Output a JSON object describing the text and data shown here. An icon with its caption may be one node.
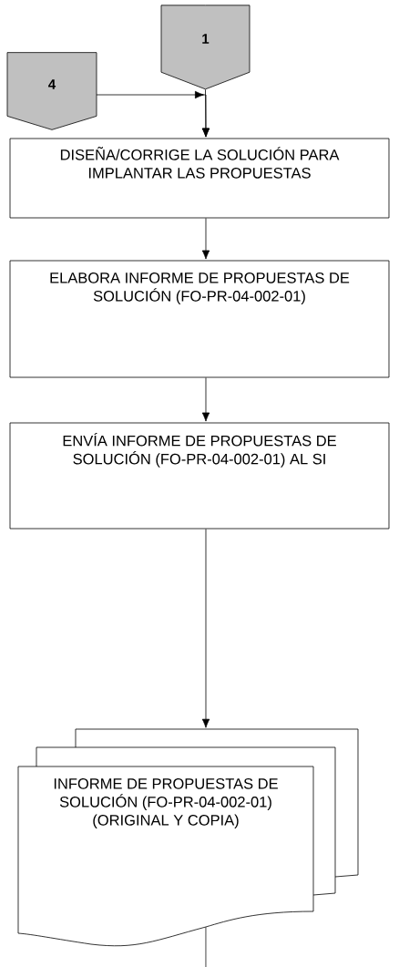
{
  "diagram": {
    "nodes": [
      {
        "text": [
          "1"
        ]
      },
      {
        "text": [
          "4"
        ]
      },
      {
        "text": [
          "DISEÑA/CORRIGE LA SOLUCIÓN PARA IMPLANTAR LAS PROPUESTAS"
        ]
      },
      {
        "text": [
          "ELABORA INFORME DE PROPUESTAS DE SOLUCIÓN (FO-PR-04-002-01)"
        ]
      },
      {
        "text": [
          "ENVÍA INFORME DE PROPUESTAS DE SOLUCIÓN (FO-PR-04-002-01) AL SI"
        ]
      },
      {
        "text": [
          "INFORME DE PROPUESTAS DE SOLUCIÓN (FO-PR-04-002-01) (ORIGINAL Y COPIA)"
        ]
      }
    ],
    "edges": [
      {
        "from": 0,
        "to": 2,
        "arrow": "to"
      },
      {
        "from": 1,
        "to": 2,
        "arrow": "to"
      },
      {
        "from": 2,
        "to": 3,
        "arrow": "to"
      },
      {
        "from": 3,
        "to": 4,
        "arrow": "to"
      },
      {
        "from": 4,
        "to": 5,
        "arrow": "to"
      },
      {
        "from": 5,
        "to": null,
        "arrow": "none"
      }
    ]
  }
}
